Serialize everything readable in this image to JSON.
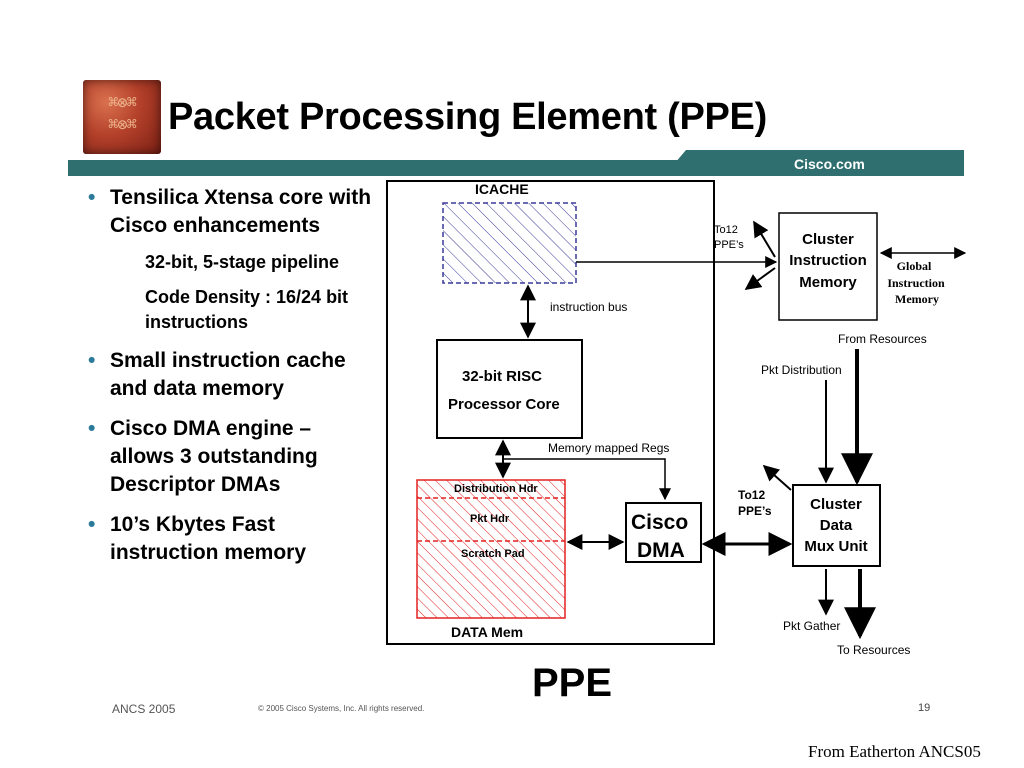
{
  "slide": {
    "title": "Packet Processing Element (PPE)",
    "header_site": "Cisco.com",
    "bullets": [
      {
        "text": "Tensilica Xtensa core with Cisco enhancements",
        "sub": [
          "32-bit, 5-stage pipeline",
          "Code Density : 16/24 bit instructions"
        ]
      },
      {
        "text": "Small instruction cache and data memory",
        "sub": []
      },
      {
        "text": "Cisco DMA engine – allows 3 outstanding Descriptor DMAs",
        "sub": []
      },
      {
        "text": "10’s Kbytes Fast instruction memory",
        "sub": []
      }
    ],
    "footer": {
      "left": "ANCS 2005",
      "copyright": "© 2005 Cisco Systems, Inc. All rights reserved.",
      "page": "19"
    },
    "credit": "From Eatherton ANCS05"
  },
  "colors": {
    "header_bar": "#2f6f6f",
    "icache_hatch": "#3a3a9a",
    "datamem_hatch": "#e32020",
    "bullet_dot": "#2b7a9a"
  },
  "diagram": {
    "icache": "ICACHE",
    "instruction_bus": "instruction bus",
    "risc_core": [
      "32-bit RISC",
      "Processor Core"
    ],
    "memory_mapped_regs": "Memory mapped Regs",
    "dist_hdr": "Distribution Hdr",
    "pkt_hdr": "Pkt Hdr",
    "scratch_pad": "Scratch Pad",
    "data_mem": "DATA Mem",
    "cisco_dma": [
      "Cisco",
      "DMA"
    ],
    "to12_top": [
      "To12",
      "PPE’s"
    ],
    "cluster_instr_mem": [
      "Cluster",
      "Instruction",
      "Memory"
    ],
    "global_instr_mem": [
      "Global",
      "Instruction",
      "Memory"
    ],
    "from_resources": "From Resources",
    "pkt_distribution": "Pkt Distribution",
    "to12_mid": [
      "To12",
      "PPE’s"
    ],
    "cluster_data_mux": [
      "Cluster",
      "Data",
      "Mux Unit"
    ],
    "pkt_gather": "Pkt Gather",
    "to_resources": "To Resources",
    "ppe_caption": "PPE"
  }
}
